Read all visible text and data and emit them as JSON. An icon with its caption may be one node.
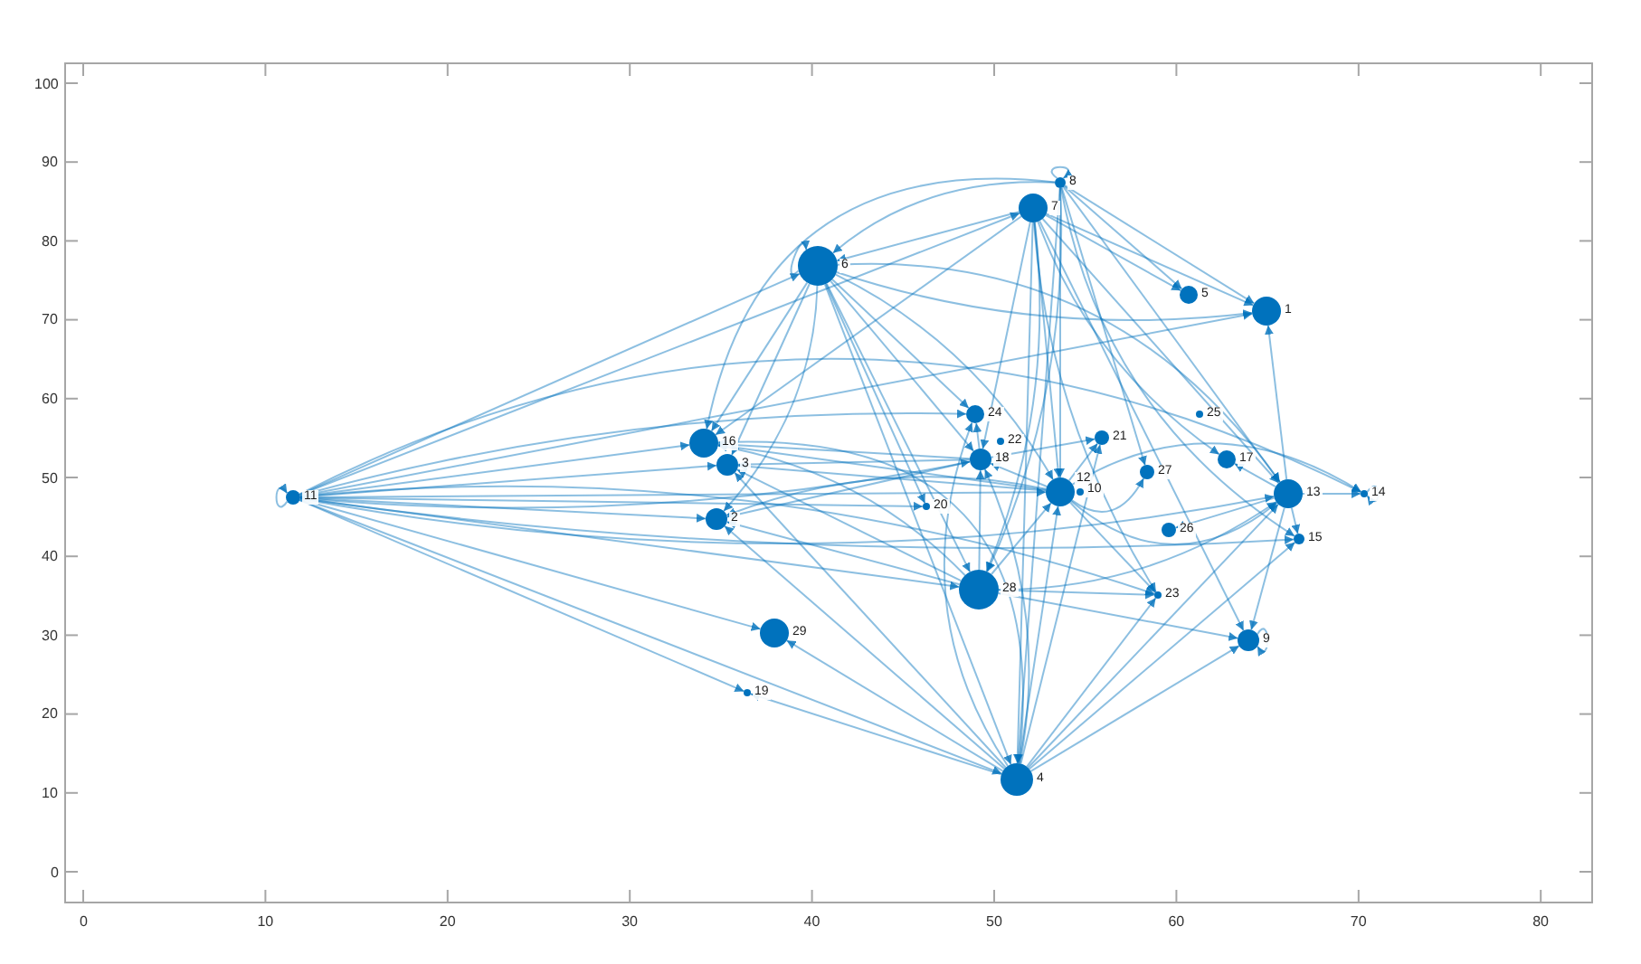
{
  "diagram": {
    "nodes": [
      {
        "text": [],
        "shape": "circle",
        "beside": [
          "8"
        ]
      },
      {
        "text": [],
        "shape": "circle",
        "beside": [
          "7"
        ]
      },
      {
        "text": [],
        "shape": "circle",
        "beside": [
          "6"
        ]
      },
      {
        "text": [],
        "shape": "circle",
        "beside": [
          "5"
        ]
      },
      {
        "text": [],
        "shape": "circle",
        "beside": [
          "1"
        ]
      },
      {
        "text": [],
        "shape": "circle",
        "beside": [
          "24"
        ]
      },
      {
        "text": [],
        "shape": "circle",
        "beside": [
          "25"
        ]
      },
      {
        "text": [],
        "shape": "circle",
        "beside": [
          "21"
        ]
      },
      {
        "text": [],
        "shape": "circle",
        "beside": [
          "22"
        ]
      },
      {
        "text": [],
        "shape": "circle",
        "beside": [
          "16"
        ]
      },
      {
        "text": [],
        "shape": "circle",
        "beside": [
          "18"
        ]
      },
      {
        "text": [],
        "shape": "circle",
        "beside": [
          "17"
        ]
      },
      {
        "text": [],
        "shape": "circle",
        "beside": [
          "3"
        ]
      },
      {
        "text": [],
        "shape": "circle",
        "beside": [
          "27"
        ]
      },
      {
        "text": [],
        "shape": "circle",
        "beside": [
          "12"
        ]
      },
      {
        "text": [],
        "shape": "circle",
        "beside": [
          "10"
        ]
      },
      {
        "text": [],
        "shape": "circle",
        "beside": [
          "13"
        ]
      },
      {
        "text": [],
        "shape": "circle",
        "beside": [
          "14"
        ]
      },
      {
        "text": [],
        "shape": "circle",
        "beside": [
          "11"
        ]
      },
      {
        "text": [],
        "shape": "circle",
        "beside": [
          "20"
        ]
      },
      {
        "text": [],
        "shape": "circle",
        "beside": [
          "2"
        ]
      },
      {
        "text": [],
        "shape": "circle",
        "beside": [
          "26"
        ]
      },
      {
        "text": [],
        "shape": "circle",
        "beside": [
          "15"
        ]
      },
      {
        "text": [],
        "shape": "circle",
        "beside": [
          "28"
        ]
      },
      {
        "text": [],
        "shape": "circle",
        "beside": [
          "23"
        ]
      },
      {
        "text": [],
        "shape": "circle",
        "beside": [
          "29"
        ]
      },
      {
        "text": [],
        "shape": "circle",
        "beside": [
          "9"
        ]
      },
      {
        "text": [],
        "shape": "circle",
        "beside": [
          "19"
        ]
      },
      {
        "text": [],
        "shape": "circle",
        "beside": [
          "4"
        ]
      }
    ],
    "edges": [
      {
        "from": 18,
        "to": 9,
        "arrow": "to"
      },
      {
        "from": 18,
        "to": 12,
        "arrow": "to"
      },
      {
        "from": 18,
        "to": 20,
        "arrow": "to"
      },
      {
        "from": 18,
        "to": 2,
        "arrow": "to"
      },
      {
        "from": 18,
        "to": 1,
        "arrow": "to"
      },
      {
        "from": 18,
        "to": 10,
        "arrow": "to"
      },
      {
        "from": 18,
        "to": 14,
        "arrow": "to"
      },
      {
        "from": 18,
        "to": 16,
        "arrow": "to"
      },
      {
        "from": 18,
        "to": 17,
        "arrow": "to"
      },
      {
        "from": 18,
        "to": 23,
        "arrow": "to"
      },
      {
        "from": 18,
        "to": 28,
        "arrow": "to"
      },
      {
        "from": 18,
        "to": 25,
        "arrow": "to"
      },
      {
        "from": 18,
        "to": 27,
        "arrow": "to"
      },
      {
        "from": 18,
        "to": 5,
        "arrow": "to"
      },
      {
        "from": 18,
        "to": 19,
        "arrow": "to"
      },
      {
        "from": 18,
        "to": 22,
        "arrow": "to"
      },
      {
        "from": 18,
        "to": 24,
        "arrow": "to"
      },
      {
        "from": 18,
        "to": 4,
        "arrow": "to"
      },
      {
        "from": 2,
        "to": 9,
        "arrow": "to"
      },
      {
        "from": 2,
        "to": 10,
        "arrow": "to"
      },
      {
        "from": 2,
        "to": 14,
        "arrow": "to"
      },
      {
        "from": 2,
        "to": 23,
        "arrow": "to"
      },
      {
        "from": 2,
        "to": 28,
        "arrow": "to"
      },
      {
        "from": 2,
        "to": 19,
        "arrow": "to"
      },
      {
        "from": 2,
        "to": 5,
        "arrow": "to"
      },
      {
        "from": 2,
        "to": 12,
        "arrow": "to"
      },
      {
        "from": 2,
        "to": 16,
        "arrow": "to"
      },
      {
        "from": 2,
        "to": 4,
        "arrow": "to"
      },
      {
        "from": 2,
        "to": 20,
        "arrow": "to"
      },
      {
        "from": 1,
        "to": 28,
        "arrow": "to"
      },
      {
        "from": 1,
        "to": 23,
        "arrow": "to"
      },
      {
        "from": 1,
        "to": 10,
        "arrow": "to"
      },
      {
        "from": 1,
        "to": 14,
        "arrow": "to"
      },
      {
        "from": 1,
        "to": 16,
        "arrow": "to"
      },
      {
        "from": 1,
        "to": 2,
        "arrow": "to"
      },
      {
        "from": 1,
        "to": 4,
        "arrow": "to"
      },
      {
        "from": 1,
        "to": 3,
        "arrow": "to"
      },
      {
        "from": 1,
        "to": 9,
        "arrow": "to"
      },
      {
        "from": 1,
        "to": 26,
        "arrow": "to"
      },
      {
        "from": 1,
        "to": 24,
        "arrow": "to"
      },
      {
        "from": 1,
        "to": 11,
        "arrow": "to"
      },
      {
        "from": 0,
        "to": 4,
        "arrow": "to"
      },
      {
        "from": 0,
        "to": 3,
        "arrow": "to"
      },
      {
        "from": 0,
        "to": 16,
        "arrow": "to"
      },
      {
        "from": 0,
        "to": 14,
        "arrow": "to"
      },
      {
        "from": 0,
        "to": 23,
        "arrow": "to"
      },
      {
        "from": 0,
        "to": 28,
        "arrow": "to"
      },
      {
        "from": 0,
        "to": 9,
        "arrow": "to"
      },
      {
        "from": 0,
        "to": 2,
        "arrow": "to"
      },
      {
        "from": 0,
        "to": 13,
        "arrow": "to"
      },
      {
        "from": 0,
        "to": 22,
        "arrow": "to"
      },
      {
        "from": 28,
        "to": 10,
        "arrow": "to"
      },
      {
        "from": 28,
        "to": 14,
        "arrow": "to"
      },
      {
        "from": 28,
        "to": 16,
        "arrow": "to"
      },
      {
        "from": 28,
        "to": 22,
        "arrow": "to"
      },
      {
        "from": 28,
        "to": 26,
        "arrow": "to"
      },
      {
        "from": 28,
        "to": 24,
        "arrow": "to"
      },
      {
        "from": 28,
        "to": 9,
        "arrow": "to"
      },
      {
        "from": 28,
        "to": 12,
        "arrow": "to"
      },
      {
        "from": 28,
        "to": 20,
        "arrow": "to"
      },
      {
        "from": 28,
        "to": 25,
        "arrow": "to"
      },
      {
        "from": 28,
        "to": 27,
        "arrow": "to"
      },
      {
        "from": 28,
        "to": 5,
        "arrow": "to"
      },
      {
        "from": 28,
        "to": 7,
        "arrow": "to"
      },
      {
        "from": 23,
        "to": 14,
        "arrow": "to"
      },
      {
        "from": 23,
        "to": 10,
        "arrow": "to"
      },
      {
        "from": 23,
        "to": 16,
        "arrow": "to"
      },
      {
        "from": 23,
        "to": 24,
        "arrow": "to"
      },
      {
        "from": 23,
        "to": 9,
        "arrow": "to"
      },
      {
        "from": 23,
        "to": 20,
        "arrow": "to"
      },
      {
        "from": 23,
        "to": 12,
        "arrow": "to"
      },
      {
        "from": 23,
        "to": 26,
        "arrow": "to"
      },
      {
        "from": 14,
        "to": 16,
        "arrow": "to"
      },
      {
        "from": 14,
        "to": 17,
        "arrow": "to"
      },
      {
        "from": 14,
        "to": 10,
        "arrow": "to"
      },
      {
        "from": 14,
        "to": 12,
        "arrow": "to"
      },
      {
        "from": 14,
        "to": 9,
        "arrow": "to"
      },
      {
        "from": 14,
        "to": 20,
        "arrow": "to"
      },
      {
        "from": 14,
        "to": 24,
        "arrow": "to"
      },
      {
        "from": 14,
        "to": 13,
        "arrow": "to"
      },
      {
        "from": 14,
        "to": 7,
        "arrow": "to"
      },
      {
        "from": 16,
        "to": 17,
        "arrow": "to"
      },
      {
        "from": 16,
        "to": 11,
        "arrow": "to"
      },
      {
        "from": 16,
        "to": 22,
        "arrow": "to"
      },
      {
        "from": 16,
        "to": 26,
        "arrow": "to"
      },
      {
        "from": 16,
        "to": 4,
        "arrow": "to"
      },
      {
        "from": 16,
        "to": 21,
        "arrow": "to"
      },
      {
        "from": 10,
        "to": 9,
        "arrow": "to"
      },
      {
        "from": 10,
        "to": 12,
        "arrow": "to"
      },
      {
        "from": 10,
        "to": 20,
        "arrow": "to"
      },
      {
        "from": 10,
        "to": 7,
        "arrow": "to"
      },
      {
        "from": 10,
        "to": 5,
        "arrow": "to"
      },
      {
        "from": 0,
        "to": 0,
        "arrow": "to"
      },
      {
        "from": 17,
        "to": 17,
        "arrow": "to"
      },
      {
        "from": 18,
        "to": 18,
        "arrow": "to"
      },
      {
        "from": 26,
        "to": 26,
        "arrow": "to"
      },
      {
        "from": 2,
        "to": 2,
        "arrow": "to"
      }
    ],
    "labels": [
      "100",
      "90",
      "80",
      "70",
      "60",
      "50",
      "40",
      "30",
      "20",
      "10",
      "0",
      "0",
      "10",
      "20",
      "30",
      "40",
      "50",
      "60",
      "70",
      "80"
    ]
  }
}
